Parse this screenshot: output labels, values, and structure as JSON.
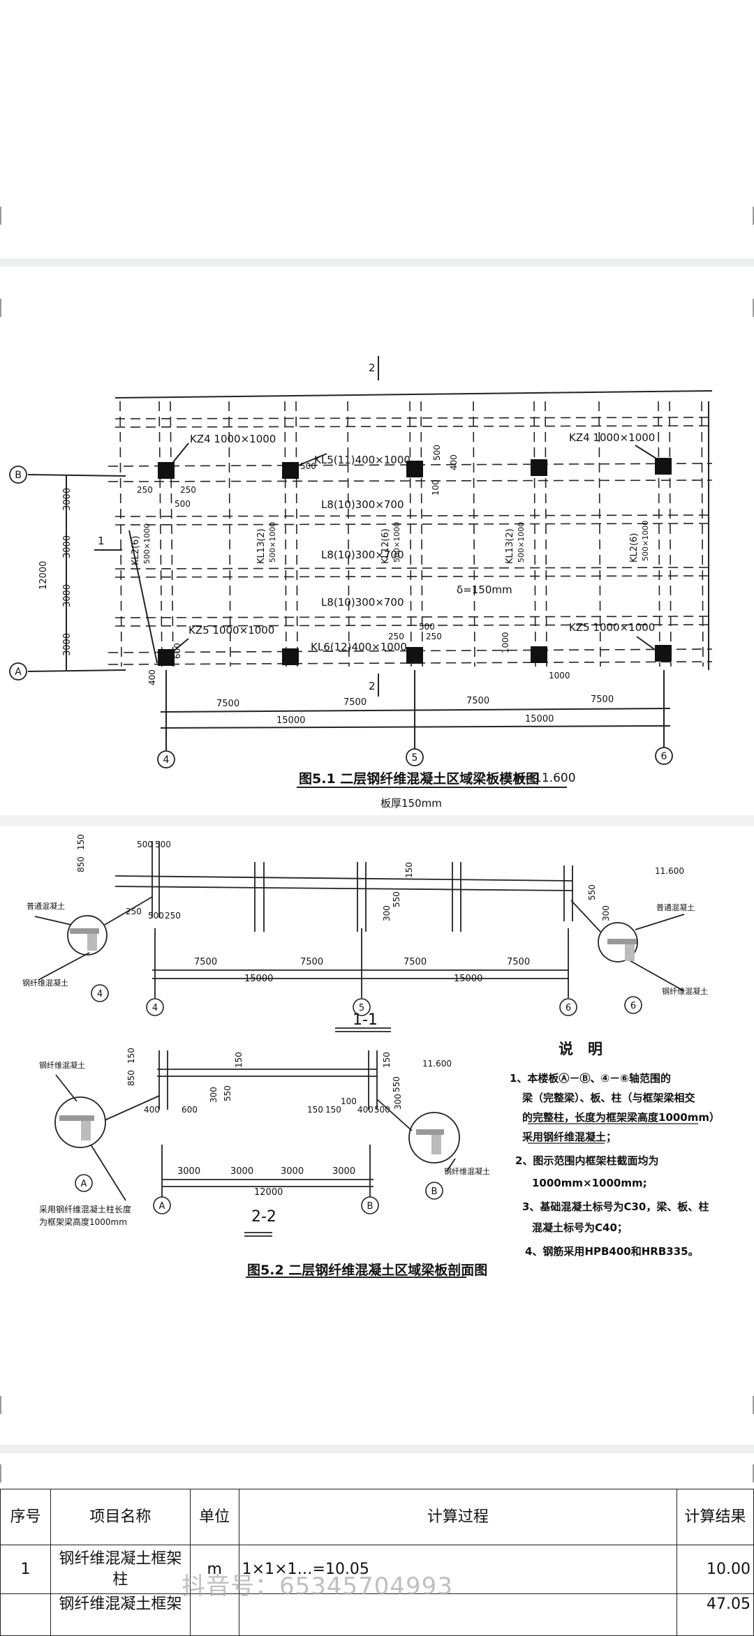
{
  "plan": {
    "title": "图5.1  二层钢纤维混凝土区域梁板模板图",
    "height_mark": "H=11.600",
    "subtitle": "板厚150mm",
    "section_mark": "2",
    "section_mark_left": "1",
    "axis_B": "B",
    "axis_A": "A",
    "axis_4": "4",
    "axis_5": "5",
    "axis_6": "6",
    "kz4_left": "KZ4 1000×1000",
    "kz4_right": "KZ4 1000×1000",
    "kz5_left": "KZ5 1000×1000",
    "kz5_right": "KZ5 1000×1000",
    "kl5": "KL5(11)400×1000",
    "kl6": "KL6(12)400×1000",
    "l8_1": "L8(10)300×700",
    "l8_2": "L8(10)300×700",
    "l8_3": "L8(10)300×700",
    "slab": "δ=150mm",
    "kl_left": "KL2(6)",
    "kl_left_size": "500×1000",
    "kl13": "KL13(2)",
    "kl13_size": "500×1000",
    "kl12": "KL12(6)",
    "kl12_size": "500×1000",
    "kl13b": "KL13(2)",
    "kl13b_size": "500×1000",
    "kl_right": "KL2(6)",
    "kl_right_size": "500×1000",
    "dim_250a": "250",
    "dim_250b": "250",
    "dim_500a": "500",
    "dim_500b": "500",
    "dim_500c": "500",
    "dim_400a": "400",
    "dim_100": "100",
    "dim_600": "600",
    "dim_400b": "400",
    "dim_250c": "250",
    "dim_500d": "500",
    "dim_250d": "250",
    "dim_1000a": "1000",
    "dim_1000b": "1000",
    "v_3000a": "3000",
    "v_3000b": "3000",
    "v_3000c": "3000",
    "v_3000d": "3000",
    "v_12000": "12000",
    "h_7500a": "7500",
    "h_7500b": "7500",
    "h_7500c": "7500",
    "h_7500d": "7500",
    "h_15000a": "15000",
    "h_15000b": "15000"
  },
  "section11": {
    "label": "1-1",
    "height_mark": "11.600",
    "note_left_top": "普通混凝土",
    "note_left_bottom": "钢纤维混凝土",
    "note_right_top": "普通混凝土",
    "note_right_bottom": "钢纤维混凝土",
    "d500a": "500",
    "d500b": "500",
    "d850": "850",
    "d150a": "150",
    "d250a": "250",
    "d500c": "500",
    "d250b": "250",
    "d150b": "150",
    "d550a": "550",
    "d300": "300",
    "d550b": "550",
    "d300b": "300",
    "h7500a": "7500",
    "h7500b": "7500",
    "h7500c": "7500",
    "h7500d": "7500",
    "h15000a": "15000",
    "h15000b": "15000",
    "ax4": "4",
    "ax5": "5",
    "ax6": "6",
    "ax4b": "4",
    "ax6b": "6"
  },
  "section22": {
    "label": "2-2",
    "height_mark": "11.600",
    "note_top": "钢纤维混凝土",
    "note_right": "钢纤维混凝土",
    "note_bottom_1": "采用钢纤维混凝土柱长度",
    "note_bottom_2": "为框架梁高度1000mm",
    "d850": "850",
    "d150a": "150",
    "d400a": "400",
    "d600": "600",
    "d150b": "150",
    "d300a": "300",
    "d550a": "550",
    "d150c": "150",
    "d150d": "150",
    "d100": "100",
    "d400b": "400",
    "d500": "500",
    "d150e": "150",
    "d550b": "550",
    "d300b": "300",
    "h3000a": "3000",
    "h3000b": "3000",
    "h3000c": "3000",
    "h3000d": "3000",
    "h12000": "12000",
    "axA": "A",
    "axB": "B",
    "axAb": "A",
    "axBb": "B"
  },
  "notes": {
    "heading": "说　明",
    "line1": "1、本楼板Ⓐ－Ⓑ、④－⑥轴范围的",
    "line2": "梁（完整梁）、板、柱（与框架梁相交",
    "line3": "的完整柱，长度为框架梁高度1000mm）",
    "line4": "采用钢纤维混凝土；",
    "line5": "2、图示范围内框架柱截面均为",
    "line6": "1000mm×1000mm;",
    "line7": "3、基础混凝土标号为C30，梁、板、柱",
    "line8": "混凝土标号为C40；",
    "line9": "4、钢筋采用HPB400和HRB335。"
  },
  "section_title": "图5.2  二层钢纤维混凝土区域梁板剖面图",
  "table": {
    "headers": {
      "no": "序号",
      "name": "项目名称",
      "unit": "单位",
      "calc": "计算过程",
      "result": "计算结果"
    },
    "rows": [
      {
        "no": "1",
        "name": "钢纤维混凝土框架柱",
        "unit": "m",
        "calc": "1×1×1…=10.05",
        "result": "10.00"
      },
      {
        "no": "",
        "name": "钢纤维混凝土框架",
        "unit": "",
        "calc": "",
        "result": "47.05"
      }
    ]
  },
  "watermark": "抖音号：65345704993"
}
